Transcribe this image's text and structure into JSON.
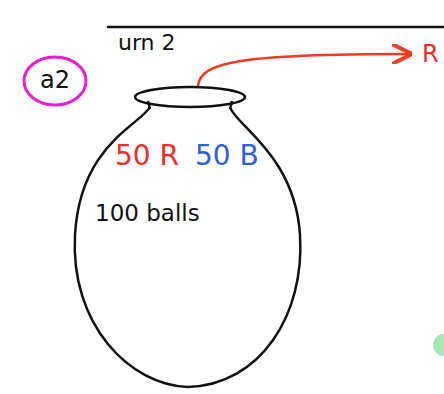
{
  "diagram": {
    "nodes": [
      {
        "text": [
          "a2"
        ]
      },
      {
        "text": [
          "50 R",
          "50 B",
          "100 balls"
        ]
      }
    ],
    "labels": [
      "urn 2",
      "R"
    ]
  }
}
